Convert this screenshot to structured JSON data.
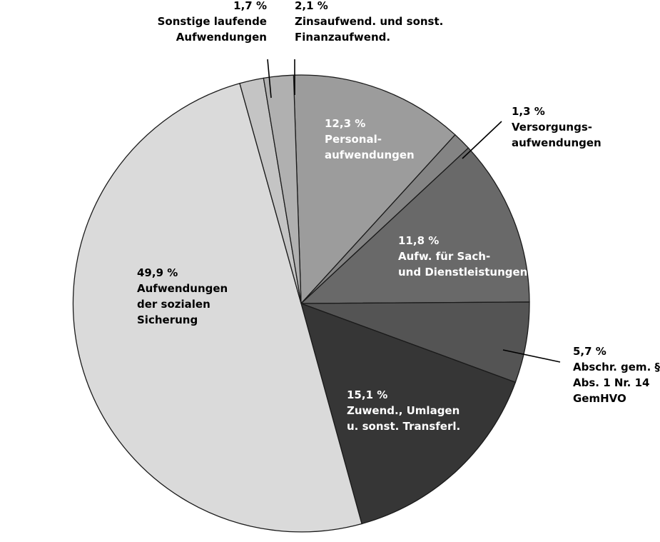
{
  "chart_data": {
    "type": "pie",
    "title": "",
    "start_angle_deg": -1.9,
    "direction": "clockwise",
    "slices": [
      {
        "label_lines": [
          "12,3 %",
          "Personal-",
          "aufwendungen"
        ],
        "value": 12.3,
        "color": "#9c9c9c",
        "label_color": "#ffffff",
        "label_mode": "inside"
      },
      {
        "label_lines": [
          "1,3 %",
          "Versorgungs-",
          "aufwendungen"
        ],
        "value": 1.3,
        "color": "#848484",
        "label_color": "#000000",
        "label_mode": "leader"
      },
      {
        "label_lines": [
          "11,8 %",
          "Aufw. für Sach-",
          "und Dienstleistungen"
        ],
        "value": 11.8,
        "color": "#696969",
        "label_color": "#ffffff",
        "label_mode": "inside"
      },
      {
        "label_lines": [
          "5,7 %",
          "Abschr. gem. §",
          "Abs. 1 Nr. 14",
          "GemHVO"
        ],
        "value": 5.7,
        "color": "#545454",
        "label_color": "#000000",
        "label_mode": "leader"
      },
      {
        "label_lines": [
          "15,1 %",
          "Zuwend., Umlagen",
          "u. sonst. Transferl."
        ],
        "value": 15.1,
        "color": "#363636",
        "label_color": "#ffffff",
        "label_mode": "inside"
      },
      {
        "label_lines": [
          "49,9 %",
          "Aufwendungen",
          "der sozialen",
          "Sicherung"
        ],
        "value": 49.9,
        "color": "#dadada",
        "label_color": "#000000",
        "label_mode": "inside"
      },
      {
        "label_lines": [
          "1,7 %",
          "Sonstige laufende",
          "Aufwendungen"
        ],
        "value": 1.7,
        "color": "#c4c4c4",
        "label_color": "#000000",
        "label_mode": "leader"
      },
      {
        "label_lines": [
          "2,1 %",
          "Zinsaufwend. und sonst.",
          "Finanzaufwend."
        ],
        "value": 2.1,
        "color": "#b0b0b0",
        "label_color": "#000000",
        "label_mode": "leader"
      }
    ]
  }
}
